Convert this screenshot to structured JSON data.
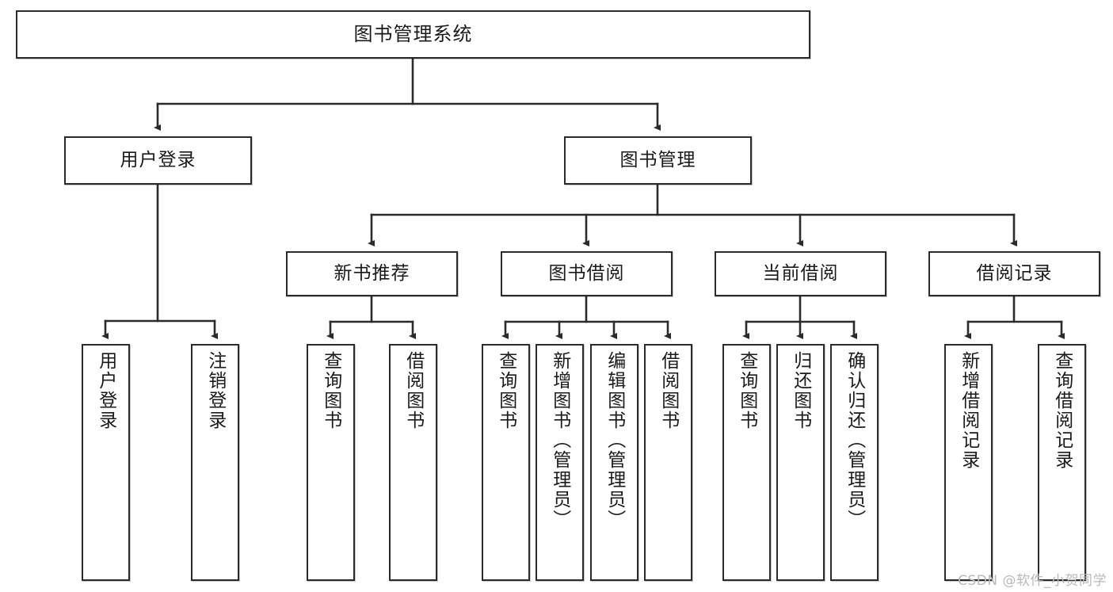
{
  "diagram": {
    "title": "图书管理系统",
    "type": "tree",
    "orientation": "top-down",
    "colors": {
      "box_border": "#2b2b2b",
      "box_fill": "#ffffff",
      "edge": "#2b2b2b",
      "text": "#1a1a1a",
      "watermark": "#b9b9b9",
      "background": "#ffffff"
    }
  },
  "nodes": {
    "root": {
      "label": "图书管理系统",
      "level": 1
    },
    "level2": [
      {
        "id": "user-login",
        "label": "用户登录"
      },
      {
        "id": "book-manage",
        "label": "图书管理"
      }
    ],
    "level3": [
      {
        "id": "new-book-recommend",
        "label": "新书推荐",
        "parent": "book-manage"
      },
      {
        "id": "book-borrow",
        "label": "图书借阅",
        "parent": "book-manage"
      },
      {
        "id": "current-borrow",
        "label": "当前借阅",
        "parent": "book-manage"
      },
      {
        "id": "borrow-record",
        "label": "借阅记录",
        "parent": "book-manage"
      }
    ],
    "leaves": {
      "user-login": [
        {
          "id": "leaf-user-login",
          "label": "用户登录"
        },
        {
          "id": "leaf-user-logout",
          "label": "注销登录"
        }
      ],
      "new-book-recommend": [
        {
          "id": "leaf-query-book-1",
          "label": "查询图书"
        },
        {
          "id": "leaf-borrow-book-1",
          "label": "借阅图书"
        }
      ],
      "book-borrow": [
        {
          "id": "leaf-query-book-2",
          "label": "查询图书"
        },
        {
          "id": "leaf-add-book",
          "label": "新增图书（管理员）"
        },
        {
          "id": "leaf-edit-book",
          "label": "编辑图书（管理员）"
        },
        {
          "id": "leaf-borrow-book-2",
          "label": "借阅图书"
        }
      ],
      "current-borrow": [
        {
          "id": "leaf-query-book-3",
          "label": "查询图书"
        },
        {
          "id": "leaf-return-book",
          "label": "归还图书"
        },
        {
          "id": "leaf-confirm-return",
          "label": "确认归还（管理员）"
        }
      ],
      "borrow-record": [
        {
          "id": "leaf-add-record",
          "label": "新增借阅记录"
        },
        {
          "id": "leaf-query-record",
          "label": "查询借阅记录"
        }
      ]
    }
  },
  "watermark": {
    "text": "CSDN @软件_小贺同学"
  }
}
